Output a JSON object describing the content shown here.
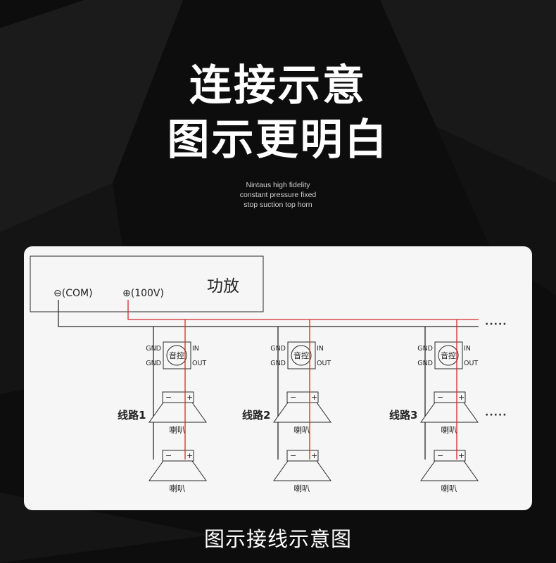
{
  "header": {
    "title_line1": "连接示意",
    "title_line2": "图示更明白",
    "subtitle_lines": [
      "Nintaus high fidelity",
      "constant pressure fixed",
      "stop suction top horn"
    ]
  },
  "diagram": {
    "amp": {
      "label": "功放",
      "com_label": "⊖(COM)",
      "v100_label": "⊕(100V)"
    },
    "continuation": "·····",
    "channels": [
      {
        "line_label": "线路1"
      },
      {
        "line_label": "线路2"
      },
      {
        "line_label": "线路3"
      }
    ],
    "volume_control": {
      "label": "音控",
      "gnd": "GND",
      "in": "IN",
      "out": "OUT"
    },
    "speaker": {
      "label": "喇叭",
      "minus": "−",
      "plus": "+"
    }
  },
  "caption": "图示接线示意图",
  "colors": {
    "background": "#0d0d0e",
    "panel": "#f6f6f6",
    "wire_red": "#d42a2a",
    "wire_black": "#2a2a2a"
  }
}
